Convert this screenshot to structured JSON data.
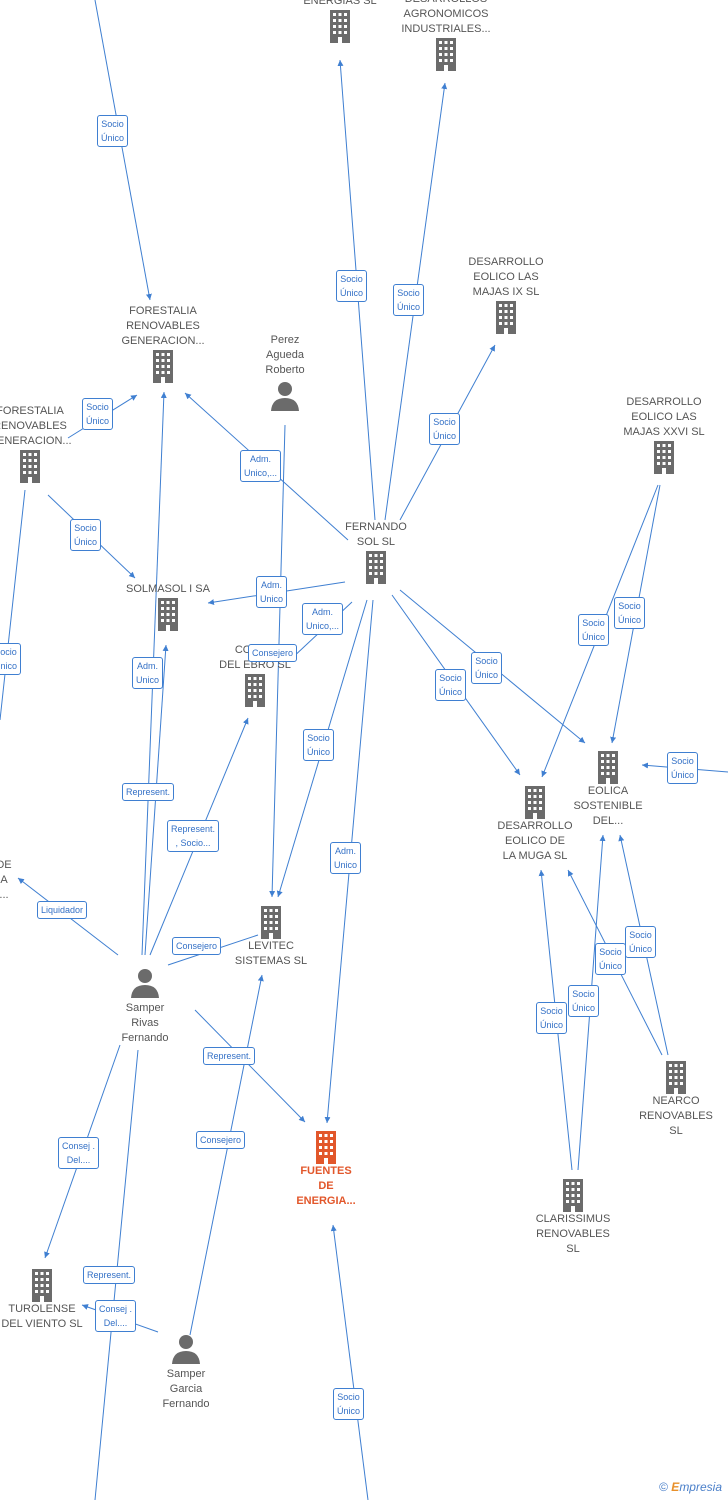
{
  "nodes": [
    {
      "id": "energias-sl",
      "label": "ENERGIAS  SL",
      "type": "company"
    },
    {
      "id": "desarrollos-agronomicos",
      "label": "DESARROLLOS\nAGRONOMICOS\nINDUSTRIALES...",
      "type": "company"
    },
    {
      "id": "desarrollo-eolico-majas-ix",
      "label": "DESARROLLO\nEOLICO LAS\nMAJAS IX  SL",
      "type": "company"
    },
    {
      "id": "desarrollo-eolico-majas-xxvi",
      "label": "DESARROLLO\nEOLICO LAS\nMAJAS XXVI  SL",
      "type": "company"
    },
    {
      "id": "forestalia-1",
      "label": "FORESTALIA\nRENOVABLES\nGENERACION...",
      "type": "company"
    },
    {
      "id": "forestalia-2",
      "label": "FORESTALIA\nRENOVABLES\nGENERACION...",
      "type": "company"
    },
    {
      "id": "perez-agueda",
      "label": "Perez\nAgueda\nRoberto",
      "type": "person"
    },
    {
      "id": "fernando-sol",
      "label": "FERNANDO\nSOL SL",
      "type": "company"
    },
    {
      "id": "solmasol",
      "label": "SOLMASOL I SA",
      "type": "company"
    },
    {
      "id": "cogen-ebro",
      "label": "COGEN\nDEL EBRO  SL",
      "type": "company"
    },
    {
      "id": "eolica-sostenible",
      "label": "EOLICA\nSOSTENIBLE\nDEL...",
      "type": "company"
    },
    {
      "id": "desarrollo-muga",
      "label": "DESARROLLO\nEOLICO DE\nLA MUGA SL",
      "type": "company"
    },
    {
      "id": "levitec",
      "label": "LEVITEC\nSISTEMAS  SL",
      "type": "company"
    },
    {
      "id": "samper-rivas",
      "label": "Samper\nRivas\nFernando",
      "type": "person"
    },
    {
      "id": "nearco",
      "label": "NEARCO\nRENOVABLES\nSL",
      "type": "company"
    },
    {
      "id": "fuentes-energia",
      "label": "FUENTES\nDE\nENERGIA...",
      "type": "company",
      "highlight": true
    },
    {
      "id": "clarissimus",
      "label": "CLARISSIMUS\nRENOVABLES\nSL",
      "type": "company"
    },
    {
      "id": "turolense",
      "label": "TUROLENSE\nDEL VIENTO SL",
      "type": "company"
    },
    {
      "id": "samper-garcia",
      "label": "Samper\nGarcia\nFernando",
      "type": "person"
    },
    {
      "id": "partial-left",
      "label": "DE\nA\n...",
      "type": "partial"
    }
  ],
  "edge_labels": [
    "Socio\nÚnico",
    "Socio\nÚnico",
    "Socio\nÚnico",
    "Socio\nÚnico",
    "Socio\nÚnico",
    "Socio\nÚnico",
    "Adm.\nUnico,...",
    "Socio\nÚnico",
    "Adm.\nUnico",
    "Adm.\nUnico,...",
    "Consejero",
    "Adm.\nUnico",
    "Socio\nÚnico",
    "Socio\nÚnico",
    "Socio\nÚnico",
    "Socio\nÚnico",
    "Socio\nÚnico",
    "Represent.",
    "Represent.\n, Socio...",
    "Socio\nÚnico",
    "Adm.\nUnico",
    "Liquidador",
    "Consejero",
    "Socio\nÚnico",
    "Socio\nÚnico",
    "Socio\nÚnico",
    "Socio\nÚnico",
    "Represent.",
    "Consejero",
    "Consej .\nDel....",
    "Represent.",
    "Consej .\nDel....",
    "Socio\nÚnico"
  ],
  "brand": {
    "copyright": "©",
    "name": "mpresia",
    "initial": "E"
  },
  "colors": {
    "edge": "#3f7fd1",
    "node": "#6b6b6b",
    "highlight": "#e2572b"
  }
}
